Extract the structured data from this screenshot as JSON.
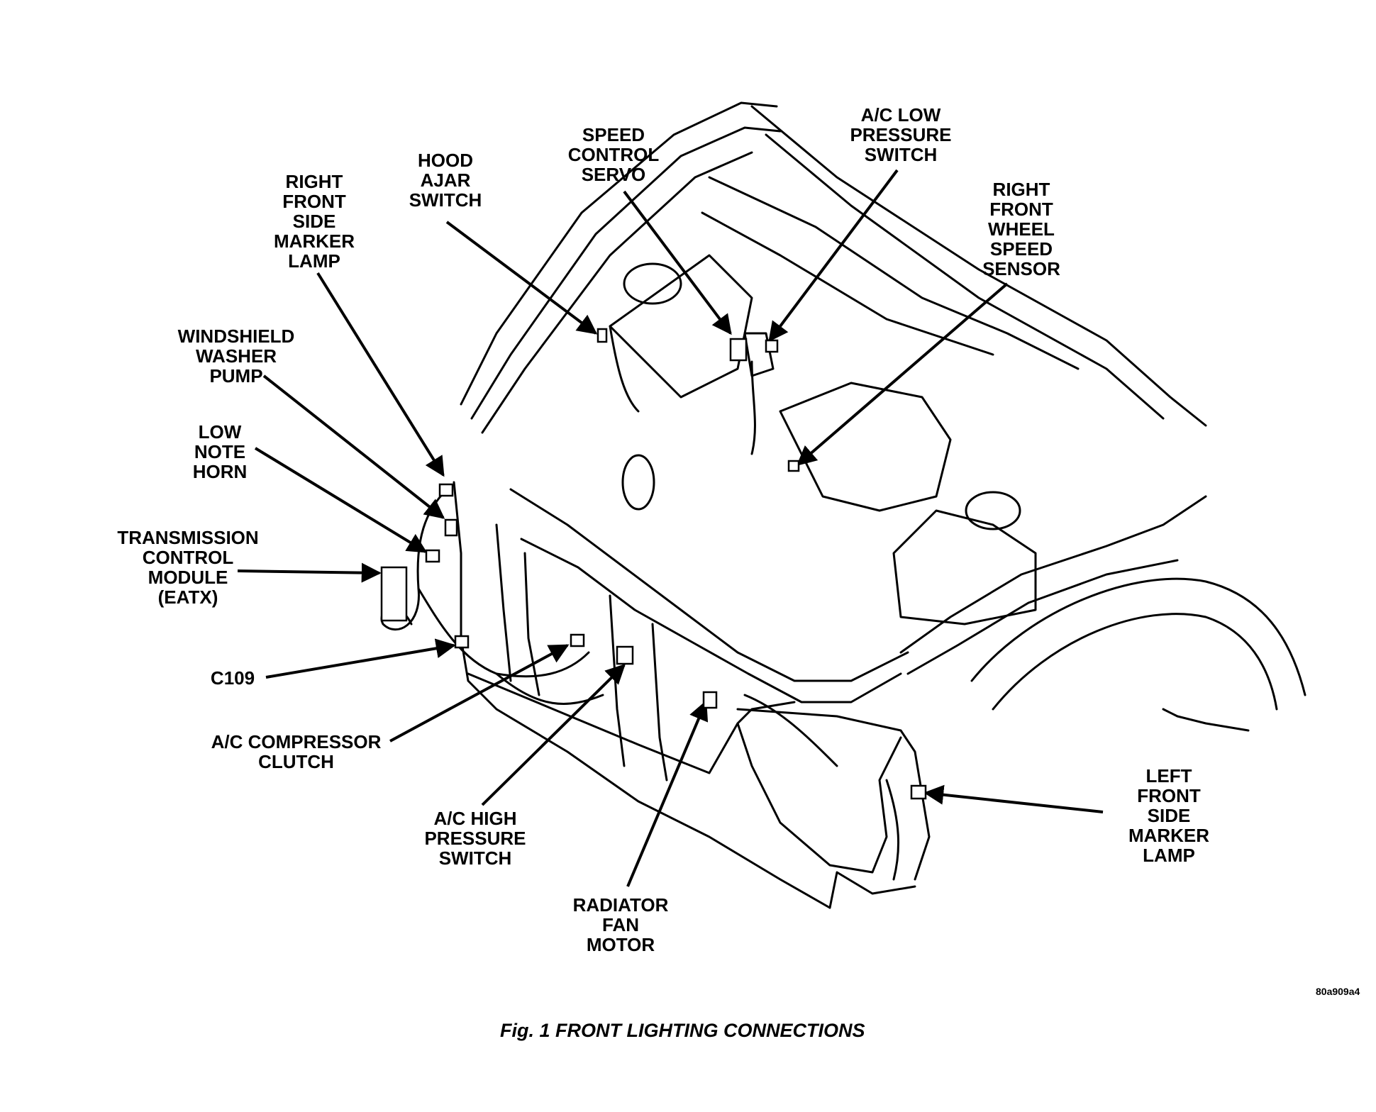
{
  "labels": {
    "right_front_side_marker_lamp": "RIGHT\nFRONT\nSIDE\nMARKER\nLAMP",
    "hood_ajar_switch": "HOOD\nAJAR\nSWITCH",
    "speed_control_servo": "SPEED\nCONTROL\nSERVO",
    "ac_low_pressure_switch": "A/C LOW\nPRESSURE\nSWITCH",
    "right_front_wheel_speed_sensor": "RIGHT\nFRONT\nWHEEL\nSPEED\nSENSOR",
    "windshield_washer_pump": "WINDSHIELD\nWASHER\nPUMP",
    "low_note_horn": "LOW\nNOTE\nHORN",
    "transmission_control_module": "TRANSMISSION\nCONTROL\nMODULE\n(EATX)",
    "c109": "C109",
    "ac_compressor_clutch": "A/C COMPRESSOR\nCLUTCH",
    "ac_high_pressure_switch": "A/C HIGH\nPRESSURE\nSWITCH",
    "radiator_fan_motor": "RADIATOR\nFAN\nMOTOR",
    "left_front_side_marker_lamp": "LEFT\nFRONT\nSIDE\nMARKER\nLAMP"
  },
  "figure_code": "80a909a4",
  "caption": "Fig. 1 FRONT LIGHTING CONNECTIONS"
}
